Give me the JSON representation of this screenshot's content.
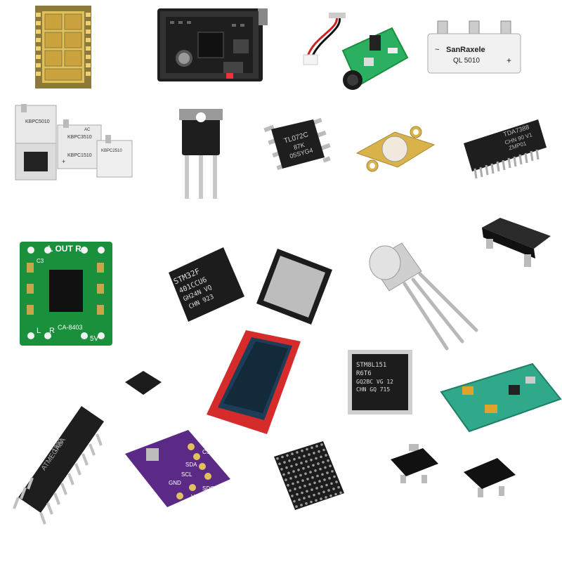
{
  "components": {
    "bridge_ql": {
      "brand": "SanRaxele",
      "part": "QL 5010",
      "minus": "~",
      "plus": "+"
    },
    "kbpc": {
      "a": "KBPC5010",
      "b": "KBPC3510",
      "c": "KBPC2510",
      "d": "KBPC1510",
      "plus": "+",
      "ac": "AC"
    },
    "sop8": {
      "line1": "TL072C",
      "line2": "87K",
      "line3": "05SYG4"
    },
    "zip": {
      "line1": "TDA7388",
      "line2": "CHN 90 V1",
      "line3": "ZMP01"
    },
    "amp_board": {
      "title": "L OUT R",
      "model": "CA-8403",
      "left": "L",
      "right": "R",
      "voltage": "5V",
      "cap_label": "C3"
    },
    "stm32f": {
      "line1": "STM32F",
      "line2": "401CCU6",
      "line3": "GH24N VQ",
      "line4": "CHN 923"
    },
    "stm8l": {
      "line1": "STM8L151",
      "line2": "R6T6",
      "line3": "GQ2BC VG 12",
      "line4": "CHN GQ 715"
    },
    "dip": {
      "line1": "ATMEGA8A",
      "line2": "1902"
    },
    "sensor_board": {
      "pin1": "CS",
      "pin2": "SDA",
      "pin3": "SCL",
      "pin4": "GND",
      "pin5": "SDO",
      "pin6": "VCC"
    }
  },
  "colors": {
    "pcb_green": "#1a8f3c",
    "pcb_teal": "#2fa98a",
    "pcb_purple": "#5b2a86",
    "chip_black": "#1c1c1c",
    "gold": "#d9b24a",
    "silver": "#c9c9c9"
  }
}
